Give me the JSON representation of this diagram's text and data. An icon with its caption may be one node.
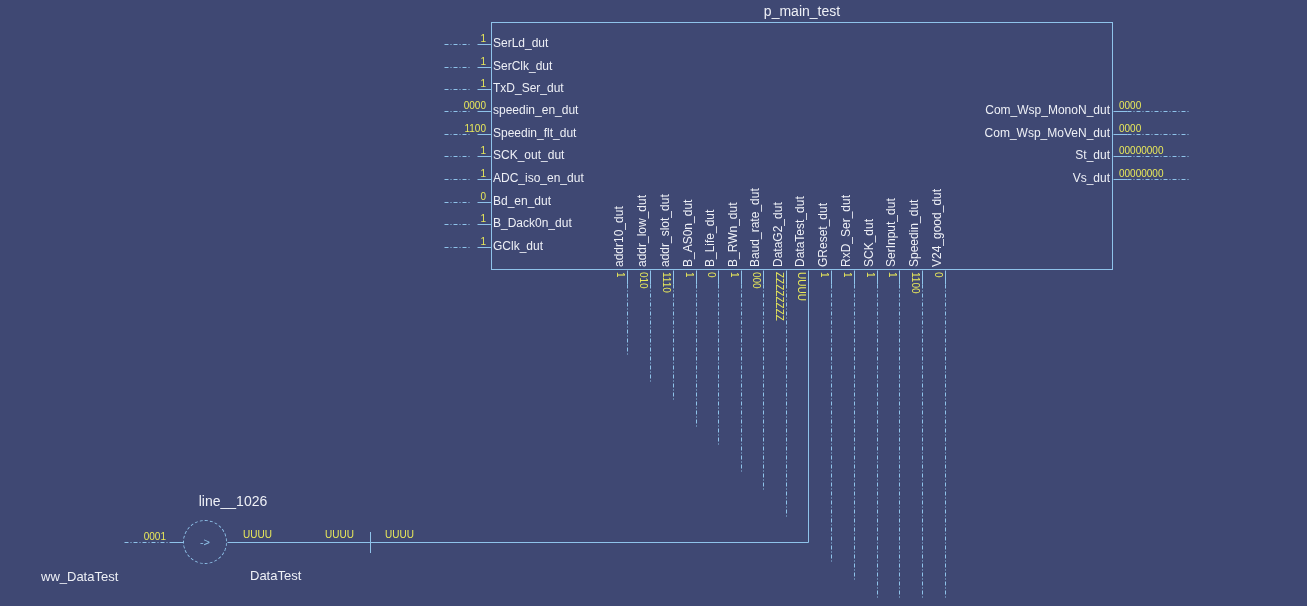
{
  "diagram": {
    "nodes": [
      {
        "text": [
          "p_main_test",
          "SerLd_dut",
          "SerClk_dut",
          "TxD_Ser_dut",
          "speedin_en_dut",
          "Speedin_flt_dut",
          "SCK_out_dut",
          "ADC_iso_en_dut",
          "Bd_en_dut",
          "B_Dack0n_dut",
          "GClk_dut",
          "Com_Wsp_MonoN_dut",
          "Com_Wsp_MoVeN_dut",
          "St_dut",
          "Vs_dut",
          "addr10_dut",
          "addr_low_dut",
          "addr_slot_dut",
          "B_AS0n_dut",
          "B_Life_dut",
          "B_RWn_dut",
          "Baud_rate_dut",
          "DataG2_dut",
          "DataTest_dut",
          "GReset_dut",
          "RxD_Ser_dut",
          "SCK_dut",
          "SerInput_dut",
          "Speedin_dut",
          "V24_good_dut"
        ]
      },
      {
        "text": [
          "->"
        ],
        "beside": [
          "line__1026"
        ]
      }
    ],
    "edges": [
      {
        "from": null,
        "to": 0,
        "arrow": "none",
        "label": "1",
        "style": "dashed"
      },
      {
        "from": null,
        "to": 0,
        "arrow": "none",
        "label": "1",
        "style": "dashed"
      },
      {
        "from": null,
        "to": 0,
        "arrow": "none",
        "label": "1",
        "style": "dashed"
      },
      {
        "from": null,
        "to": 0,
        "arrow": "none",
        "label": "0000",
        "style": "dashed"
      },
      {
        "from": null,
        "to": 0,
        "arrow": "none",
        "label": "1100",
        "style": "dashed"
      },
      {
        "from": null,
        "to": 0,
        "arrow": "none",
        "label": "1",
        "style": "dashed"
      },
      {
        "from": null,
        "to": 0,
        "arrow": "none",
        "label": "1",
        "style": "dashed"
      },
      {
        "from": null,
        "to": 0,
        "arrow": "none",
        "label": "0",
        "style": "dashed"
      },
      {
        "from": null,
        "to": 0,
        "arrow": "none",
        "label": "1",
        "style": "dashed"
      },
      {
        "from": null,
        "to": 0,
        "arrow": "none",
        "label": "1",
        "style": "dashed"
      },
      {
        "from": 0,
        "to": null,
        "arrow": "none",
        "label": "0000",
        "style": "dashed"
      },
      {
        "from": 0,
        "to": null,
        "arrow": "none",
        "label": "0000",
        "style": "dashed"
      },
      {
        "from": 0,
        "to": null,
        "arrow": "none",
        "label": "00000000",
        "style": "dashed"
      },
      {
        "from": 0,
        "to": null,
        "arrow": "none",
        "label": "00000000",
        "style": "dashed"
      },
      {
        "from": 0,
        "to": null,
        "arrow": "none",
        "label": "1",
        "style": "dashed"
      },
      {
        "from": 0,
        "to": null,
        "arrow": "none",
        "label": "010",
        "style": "dashed"
      },
      {
        "from": 0,
        "to": null,
        "arrow": "none",
        "label": "1110",
        "style": "dashed"
      },
      {
        "from": 0,
        "to": null,
        "arrow": "none",
        "label": "1",
        "style": "dashed"
      },
      {
        "from": 0,
        "to": null,
        "arrow": "none",
        "label": "0",
        "style": "dashed"
      },
      {
        "from": 0,
        "to": null,
        "arrow": "none",
        "label": "1",
        "style": "dashed"
      },
      {
        "from": 0,
        "to": null,
        "arrow": "none",
        "label": "000",
        "style": "dashed"
      },
      {
        "from": 0,
        "to": null,
        "arrow": "none",
        "label": "ZZZZZZZZ",
        "style": "dashed"
      },
      {
        "from": 1,
        "to": 0,
        "arrow": "none",
        "label": "UUUU"
      },
      {
        "from": 0,
        "to": null,
        "arrow": "none",
        "label": "1",
        "style": "dashed"
      },
      {
        "from": 0,
        "to": null,
        "arrow": "none",
        "label": "1",
        "style": "dashed"
      },
      {
        "from": 0,
        "to": null,
        "arrow": "none",
        "label": "1",
        "style": "dashed"
      },
      {
        "from": 0,
        "to": null,
        "arrow": "none",
        "label": "1",
        "style": "dashed"
      },
      {
        "from": 0,
        "to": null,
        "arrow": "none",
        "label": "1100",
        "style": "dashed"
      },
      {
        "from": 0,
        "to": null,
        "arrow": "none",
        "label": "0",
        "style": "dashed"
      },
      {
        "from": null,
        "to": 1,
        "arrow": "none",
        "label": "0001",
        "style": "dashed"
      }
    ],
    "labels": [
      "UUUU",
      "UUUU",
      "UUUU",
      "ww_DataTest",
      "DataTest"
    ]
  }
}
